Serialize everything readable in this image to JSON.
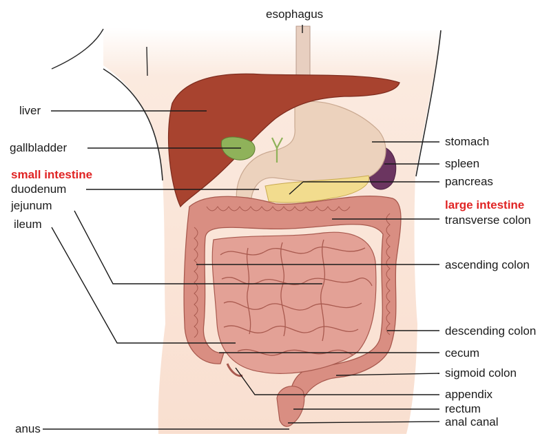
{
  "labels": {
    "esophagus": "esophagus",
    "liver": "liver",
    "gallbladder": "gallbladder",
    "small_intestine": "small intestine",
    "duodenum": "duodenum",
    "jejunum": "jejunum",
    "ileum": "ileum",
    "anus": "anus",
    "stomach": "stomach",
    "spleen": "spleen",
    "pancreas": "pancreas",
    "large_intestine": "large intestine",
    "transverse_colon": "transverse colon",
    "ascending_colon": "ascending colon",
    "descending_colon": "descending colon",
    "cecum": "cecum",
    "sigmoid_colon": "sigmoid colon",
    "appendix": "appendix",
    "rectum": "rectum",
    "anal_canal": "anal canal"
  },
  "colors": {
    "section_heading": "#e02424",
    "liver": "#a8432f",
    "gallbladder": "#8fb25a",
    "stomach": "#ecd2bd",
    "spleen": "#6b3560",
    "pancreas": "#f2dc8e",
    "intestine": "#d98e82",
    "skin": "#fbe8dc"
  }
}
